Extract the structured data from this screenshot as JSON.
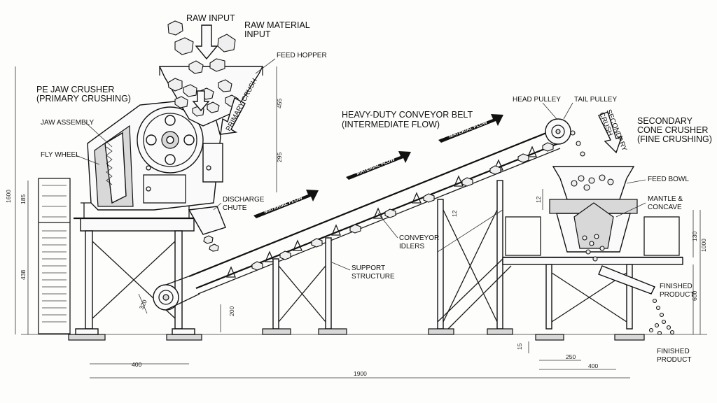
{
  "labels": {
    "raw_input": "RAW INPUT",
    "raw_material_line1": "RAW MATERIAL",
    "raw_material_line2": "INPUT",
    "feed_hopper": "FEED HOPPER",
    "pe_jaw_line1": "PE JAW CRUSHER",
    "pe_jaw_line2": "(PRIMARY CRUSHING)",
    "jaw_assembly": "JAW ASSEMBLY",
    "fly_wheel": "FLY WHEEL",
    "primary_crush": "PRIMARY CRUSH",
    "discharge_line1": "DISCHARGE",
    "discharge_line2": "CHUTE",
    "conveyor_title_line1": "HEAVY-DUTY CONVEYOR BELT",
    "conveyor_title_line2": "(INTERMEDIATE FLOW)",
    "material_flow": "MATERIAL FLOW",
    "conveyor_idlers_line1": "CONVEYOR",
    "conveyor_idlers_line2": "IDLERS",
    "support_line1": "SUPPORT",
    "support_line2": "STRUCTURE",
    "head_pulley": "HEAD PULLEY",
    "tail_pulley": "TAIL PULLEY",
    "secondary_crush_line1": "SECONDARY",
    "secondary_crush_line2": "CRUSH",
    "secondary_cone_line1": "SECONDARY",
    "secondary_cone_line2": "CONE CRUSHER",
    "secondary_cone_line3": "(FINE CRUSHING)",
    "feed_bowl": "FEED BOWL",
    "mantle_line1": "MANTLE &",
    "mantle_line2": "CONCAVE",
    "finished_line1": "FINISHED",
    "finished_line2": "PRODUCT",
    "finished2_line1": "FINISHED",
    "finished2_line2": "PRODUCT"
  },
  "dimensions": {
    "d1600": "1600",
    "d185": "185",
    "d438": "438",
    "d455": "455",
    "d295": "295",
    "d320": "320",
    "d200": "200",
    "d400_left": "400",
    "d1900": "1900",
    "d12": "12",
    "d130": "130",
    "d1000": "1000",
    "d600": "600",
    "d15": "15",
    "d250": "250",
    "d400_right": "400",
    "d12b": "12"
  },
  "colors": {
    "ink": "#111111",
    "paper": "#fdfdfb"
  }
}
